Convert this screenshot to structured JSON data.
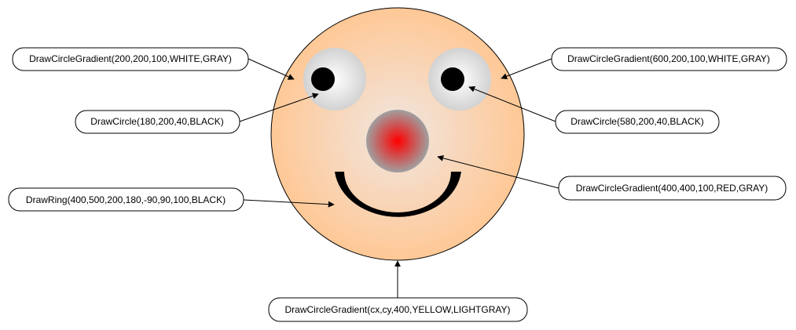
{
  "labels": {
    "left_eye_gradient": "DrawCircleGradient(200,200,100,WHITE,GRAY)",
    "right_eye_gradient": "DrawCircleGradient(600,200,100,WHITE,GRAY)",
    "left_pupil": "DrawCircle(180,200,40,BLACK)",
    "right_pupil": "DrawCircle(580,200,40,BLACK)",
    "nose_gradient": "DrawCircleGradient(400,400,100,RED,GRAY)",
    "mouth_ring": "DrawRing(400,500,200,180,-90,90,100,BLACK)",
    "face_gradient": "DrawCircleGradient(cx,cy,400,YELLOW,LIGHTGRAY)"
  },
  "colors": {
    "face_outer": "#ffc896",
    "face_inner": "#f0e6e0",
    "eye_center": "#ffffff",
    "eye_edge": "#d2d2d2",
    "nose_center": "#ff0000",
    "nose_edge": "#a0a0a0",
    "pupil": "#000000",
    "mouth": "#000000",
    "stroke": "#000000"
  }
}
